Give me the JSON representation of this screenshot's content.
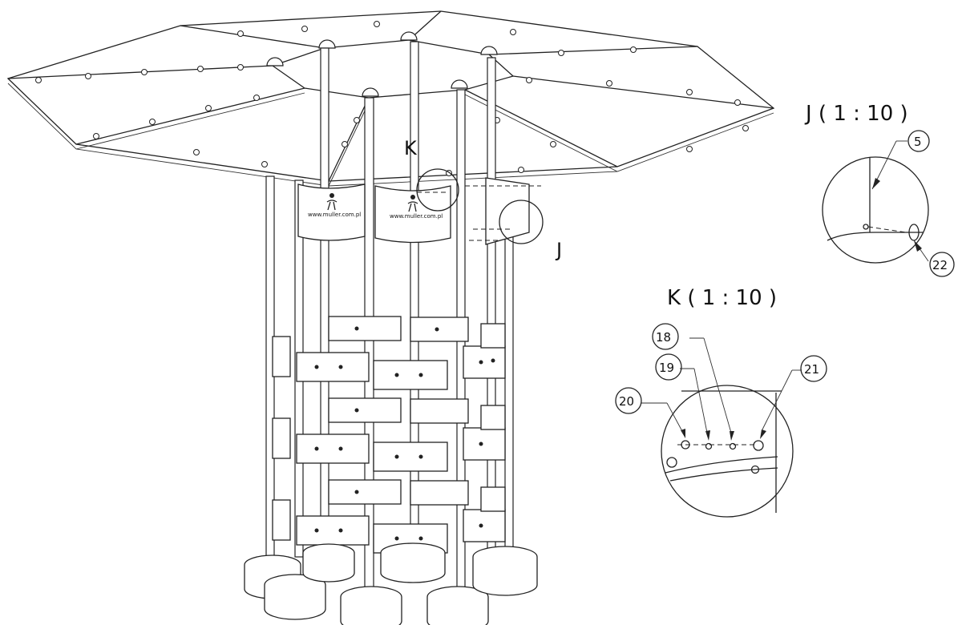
{
  "views": {
    "view_k_label": "K",
    "view_j_label": "J",
    "detail_j_title": "J ( 1 : 10 )",
    "detail_k_title": "K ( 1 : 10 )"
  },
  "signs": {
    "url_text": "www.muller.com.pl"
  },
  "callouts": {
    "c5": "5",
    "c22": "22",
    "c18": "18",
    "c19": "19",
    "c20": "20",
    "c21": "21"
  }
}
